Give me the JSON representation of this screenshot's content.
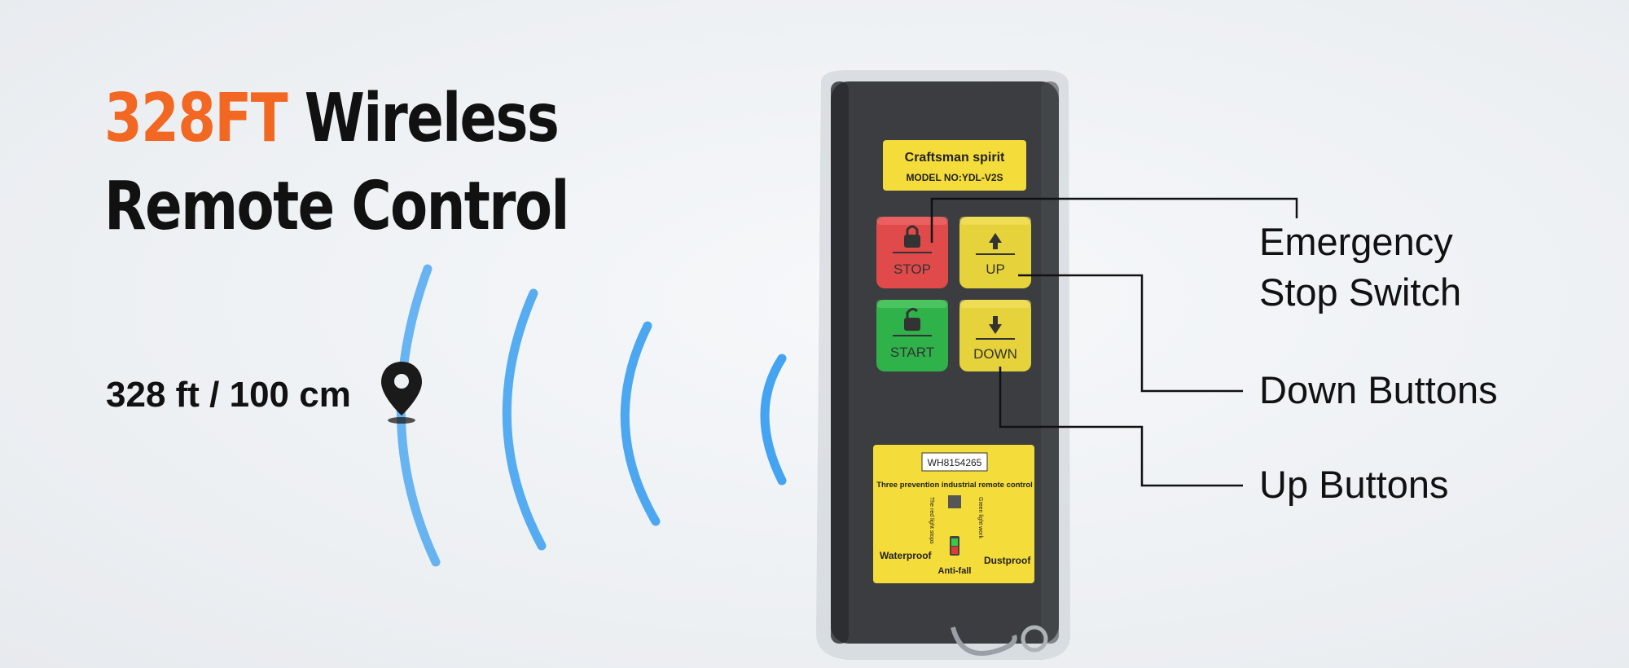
{
  "headline": {
    "accent": "328FT",
    "rest": " Wireless Remote Control"
  },
  "distance_label": "328 ft / 100 cm",
  "remote": {
    "brand": "Craftsman spirit",
    "model": "MODEL NO:YDL-V2S",
    "buttons": {
      "stop": "STOP",
      "up": "UP",
      "start": "START",
      "down": "DOWN"
    },
    "serial": "WH8154265",
    "panel_title": "Three prevention industrial remote control",
    "red_light": "The red light stops",
    "green_light": "Green light work",
    "waterproof": "Waterproof",
    "dustproof": "Dustproof",
    "antifall": "Anti-fall"
  },
  "callouts": {
    "emergency_line1": "Emergency",
    "emergency_line2": "Stop Switch",
    "down": "Down Buttons",
    "up": "Up Buttons"
  },
  "colors": {
    "accent": "#f26722",
    "wave": "#3a9ff0",
    "remote_body": "#3b3d40",
    "label_yellow": "#f4dc3a",
    "stop_red": "#e04a4a",
    "start_green": "#2fb24a",
    "button_yellow": "#e6d23a"
  }
}
